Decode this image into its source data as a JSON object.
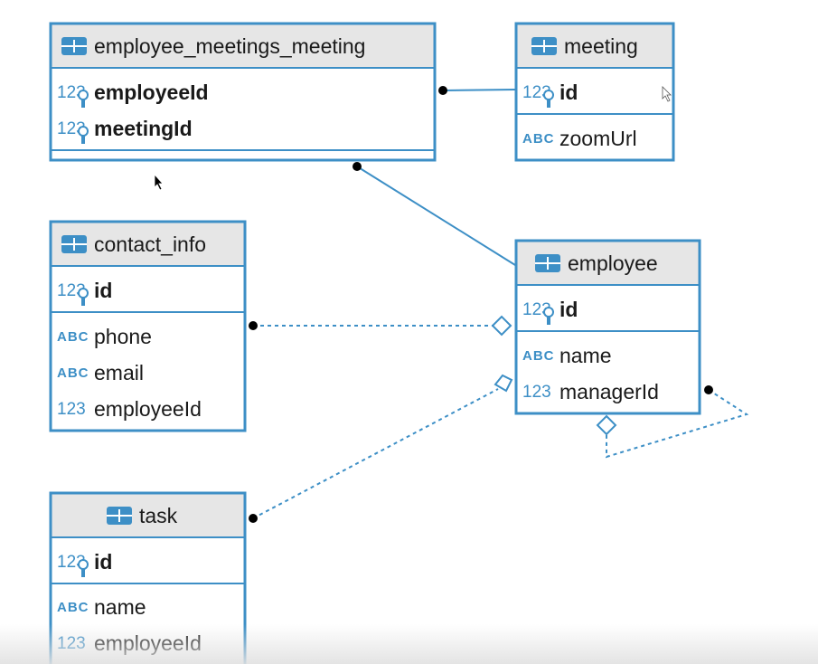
{
  "tables": {
    "employee_meetings_meeting": {
      "title": "employee_meetings_meeting",
      "columns": [
        {
          "type": "123",
          "name": "employeeId",
          "key": true
        },
        {
          "type": "123",
          "name": "meetingId",
          "key": true
        }
      ]
    },
    "meeting": {
      "title": "meeting",
      "columns": [
        {
          "type": "123",
          "name": "id",
          "key": true
        },
        {
          "type": "ABC",
          "name": "zoomUrl",
          "key": false
        }
      ]
    },
    "contact_info": {
      "title": "contact_info",
      "columns": [
        {
          "type": "123",
          "name": "id",
          "key": true
        },
        {
          "type": "ABC",
          "name": "phone",
          "key": false
        },
        {
          "type": "ABC",
          "name": "email",
          "key": false
        },
        {
          "type": "123",
          "name": "employeeId",
          "key": false
        }
      ]
    },
    "employee": {
      "title": "employee",
      "columns": [
        {
          "type": "123",
          "name": "id",
          "key": true
        },
        {
          "type": "ABC",
          "name": "name",
          "key": false
        },
        {
          "type": "123",
          "name": "managerId",
          "key": false
        }
      ]
    },
    "task": {
      "title": "task",
      "columns": [
        {
          "type": "123",
          "name": "id",
          "key": true
        },
        {
          "type": "ABC",
          "name": "name",
          "key": false
        },
        {
          "type": "123",
          "name": "employeeId",
          "key": false
        }
      ]
    }
  },
  "icons": {
    "table": "table-icon",
    "key": "primary-key-icon",
    "pointer": "mouse-pointer-icon"
  },
  "colors": {
    "accent": "#3d8fc6",
    "header": "#e6e6e6",
    "text": "#1a1a1a"
  }
}
